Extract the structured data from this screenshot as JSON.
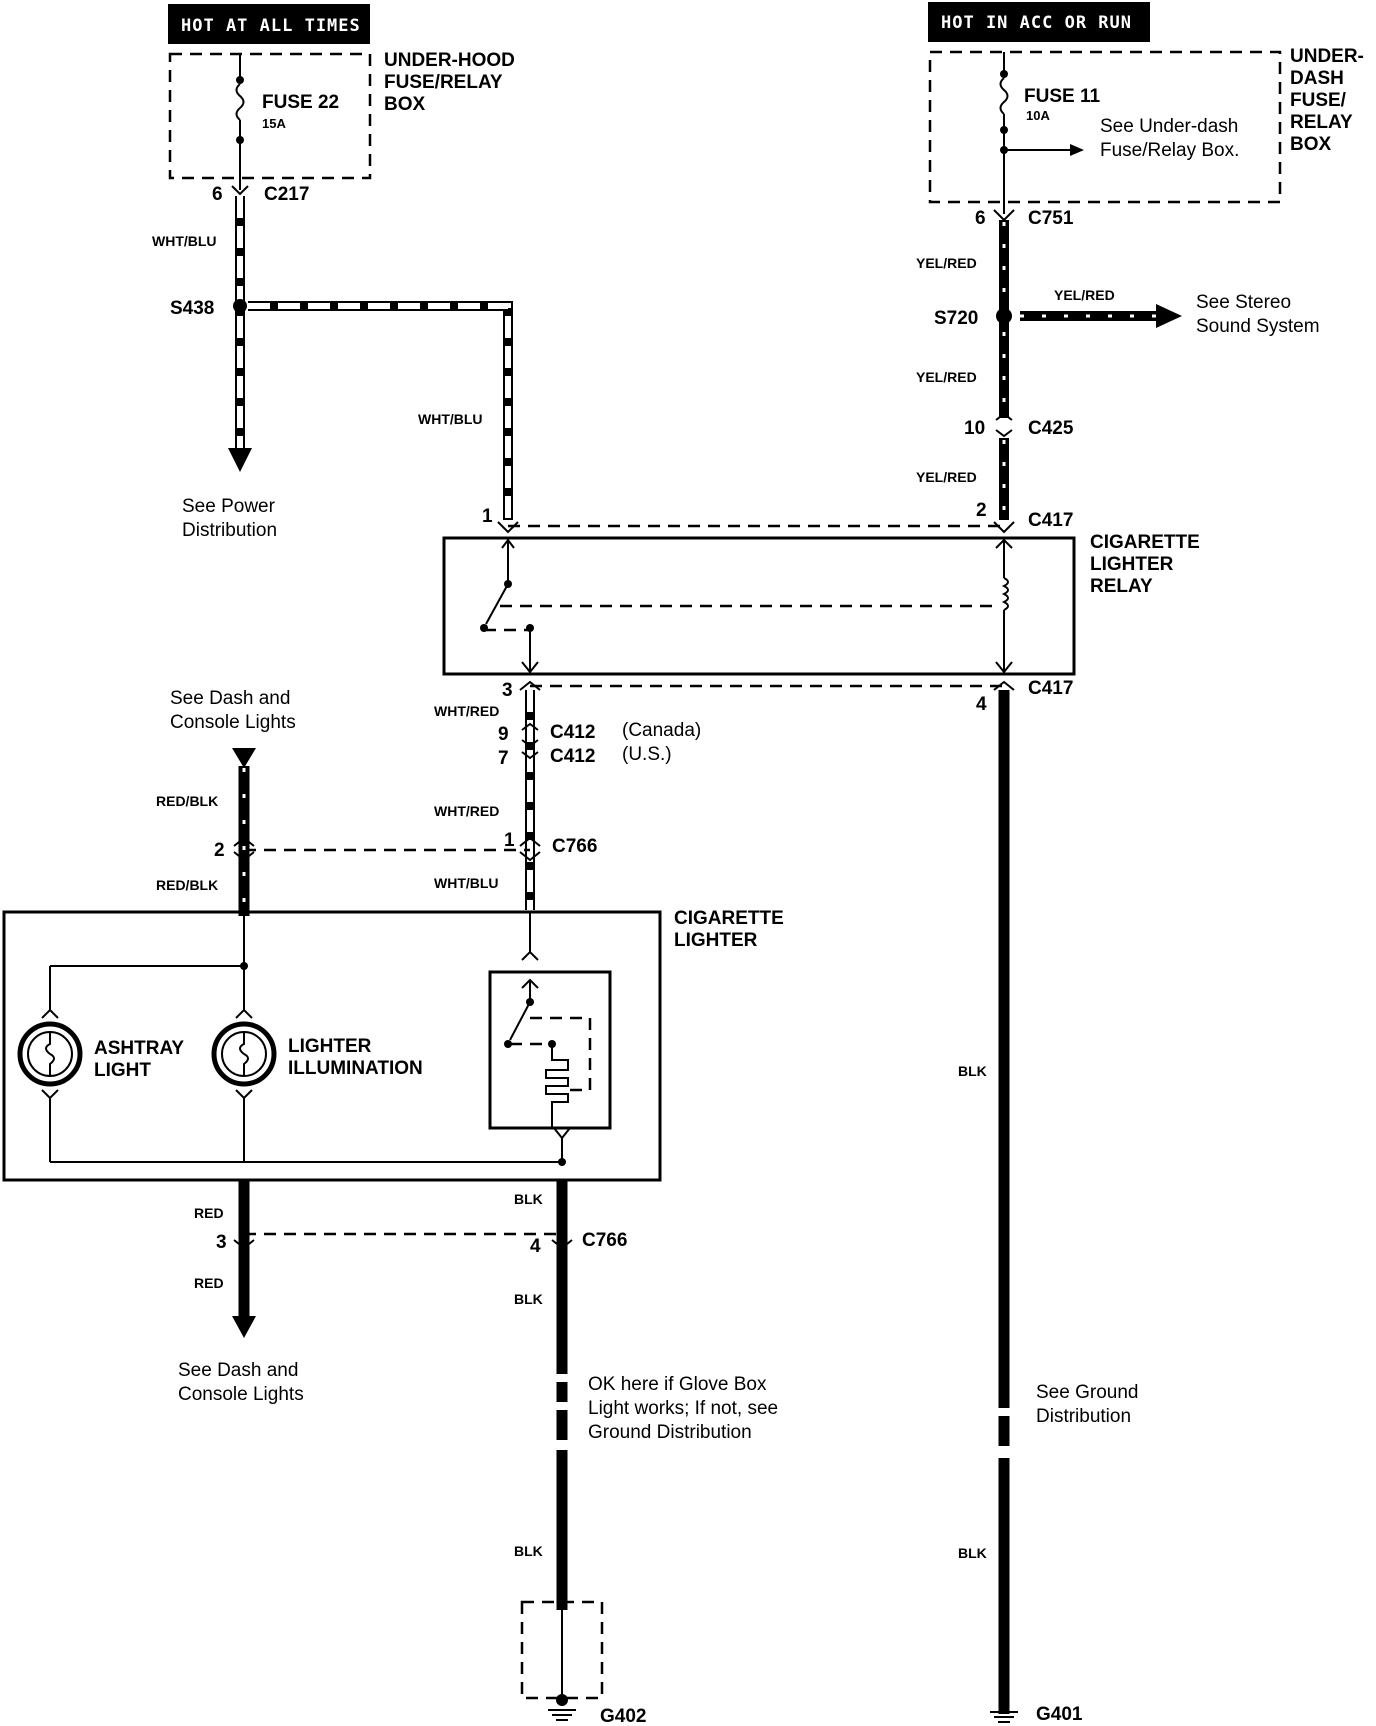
{
  "headers": {
    "left": "HOT AT ALL TIMES",
    "right": "HOT IN ACC OR RUN"
  },
  "boxes": {
    "underhood": [
      "UNDER-HOOD",
      "FUSE/RELAY",
      "BOX"
    ],
    "underdash": [
      "UNDER-",
      "DASH",
      "FUSE/",
      "RELAY",
      "BOX"
    ],
    "relay": [
      "CIGARETTE",
      "LIGHTER",
      "RELAY"
    ],
    "lighter": [
      "CIGARETTE",
      "LIGHTER"
    ]
  },
  "fuses": {
    "fuse22_name": "FUSE  22",
    "fuse22_rating": "15A",
    "fuse11_name": "FUSE  11",
    "fuse11_rating": "10A",
    "fuse11_note": [
      "See Under-dash",
      "Fuse/Relay Box."
    ]
  },
  "connectors": {
    "c217": "C217",
    "c217_pin": "6",
    "c751": "C751",
    "c751_pin": "6",
    "s438": "S438",
    "s720": "S720",
    "c425": "C425",
    "c425_pin": "10",
    "c417_top": "C417",
    "c417_pin1": "1",
    "c417_pin2": "2",
    "c417_bot": "C417",
    "c417_pin3": "3",
    "c417_pin4": "4",
    "c412_ca": "C412",
    "c412_ca_pin": "9",
    "c412_ca_note": "(Canada)",
    "c412_us": "C412",
    "c412_us_pin": "7",
    "c412_us_note": "(U.S.)",
    "c766_top": "C766",
    "c766_pin1": "1",
    "c766_pin2": "2",
    "c766_bot": "C766",
    "c766_pin3": "3",
    "c766_pin4": "4",
    "g401": "G401",
    "g402": "G402"
  },
  "wires": {
    "wht_blu_1": "WHT/BLU",
    "wht_blu_2": "WHT/BLU",
    "wht_blu_3": "WHT/BLU",
    "yel_red_1": "YEL/RED",
    "yel_red_2": "YEL/RED",
    "yel_red_3": "YEL/RED",
    "yel_red_4": "YEL/RED",
    "wht_red_1": "WHT/RED",
    "wht_red_2": "WHT/RED",
    "red_blk_1": "RED/BLK",
    "red_blk_2": "RED/BLK",
    "red_1": "RED",
    "red_2": "RED",
    "blk_1": "BLK",
    "blk_2": "BLK",
    "blk_3": "BLK",
    "blk_4": "BLK",
    "blk_5": "BLK"
  },
  "components": {
    "ashtray": [
      "ASHTRAY",
      "LIGHT"
    ],
    "illum": [
      "LIGHTER",
      "ILLUMINATION"
    ]
  },
  "notes": {
    "power": [
      "See Power",
      "Distribution"
    ],
    "stereo": [
      "See Stereo",
      "Sound System"
    ],
    "dash_top": [
      "See Dash and",
      "Console Lights"
    ],
    "dash_bot": [
      "See Dash and",
      "Console Lights"
    ],
    "glovebox": [
      "OK here if Glove Box",
      "Light works; If not, see",
      "Ground Distribution"
    ],
    "ground": [
      "See Ground",
      "Distribution"
    ]
  }
}
